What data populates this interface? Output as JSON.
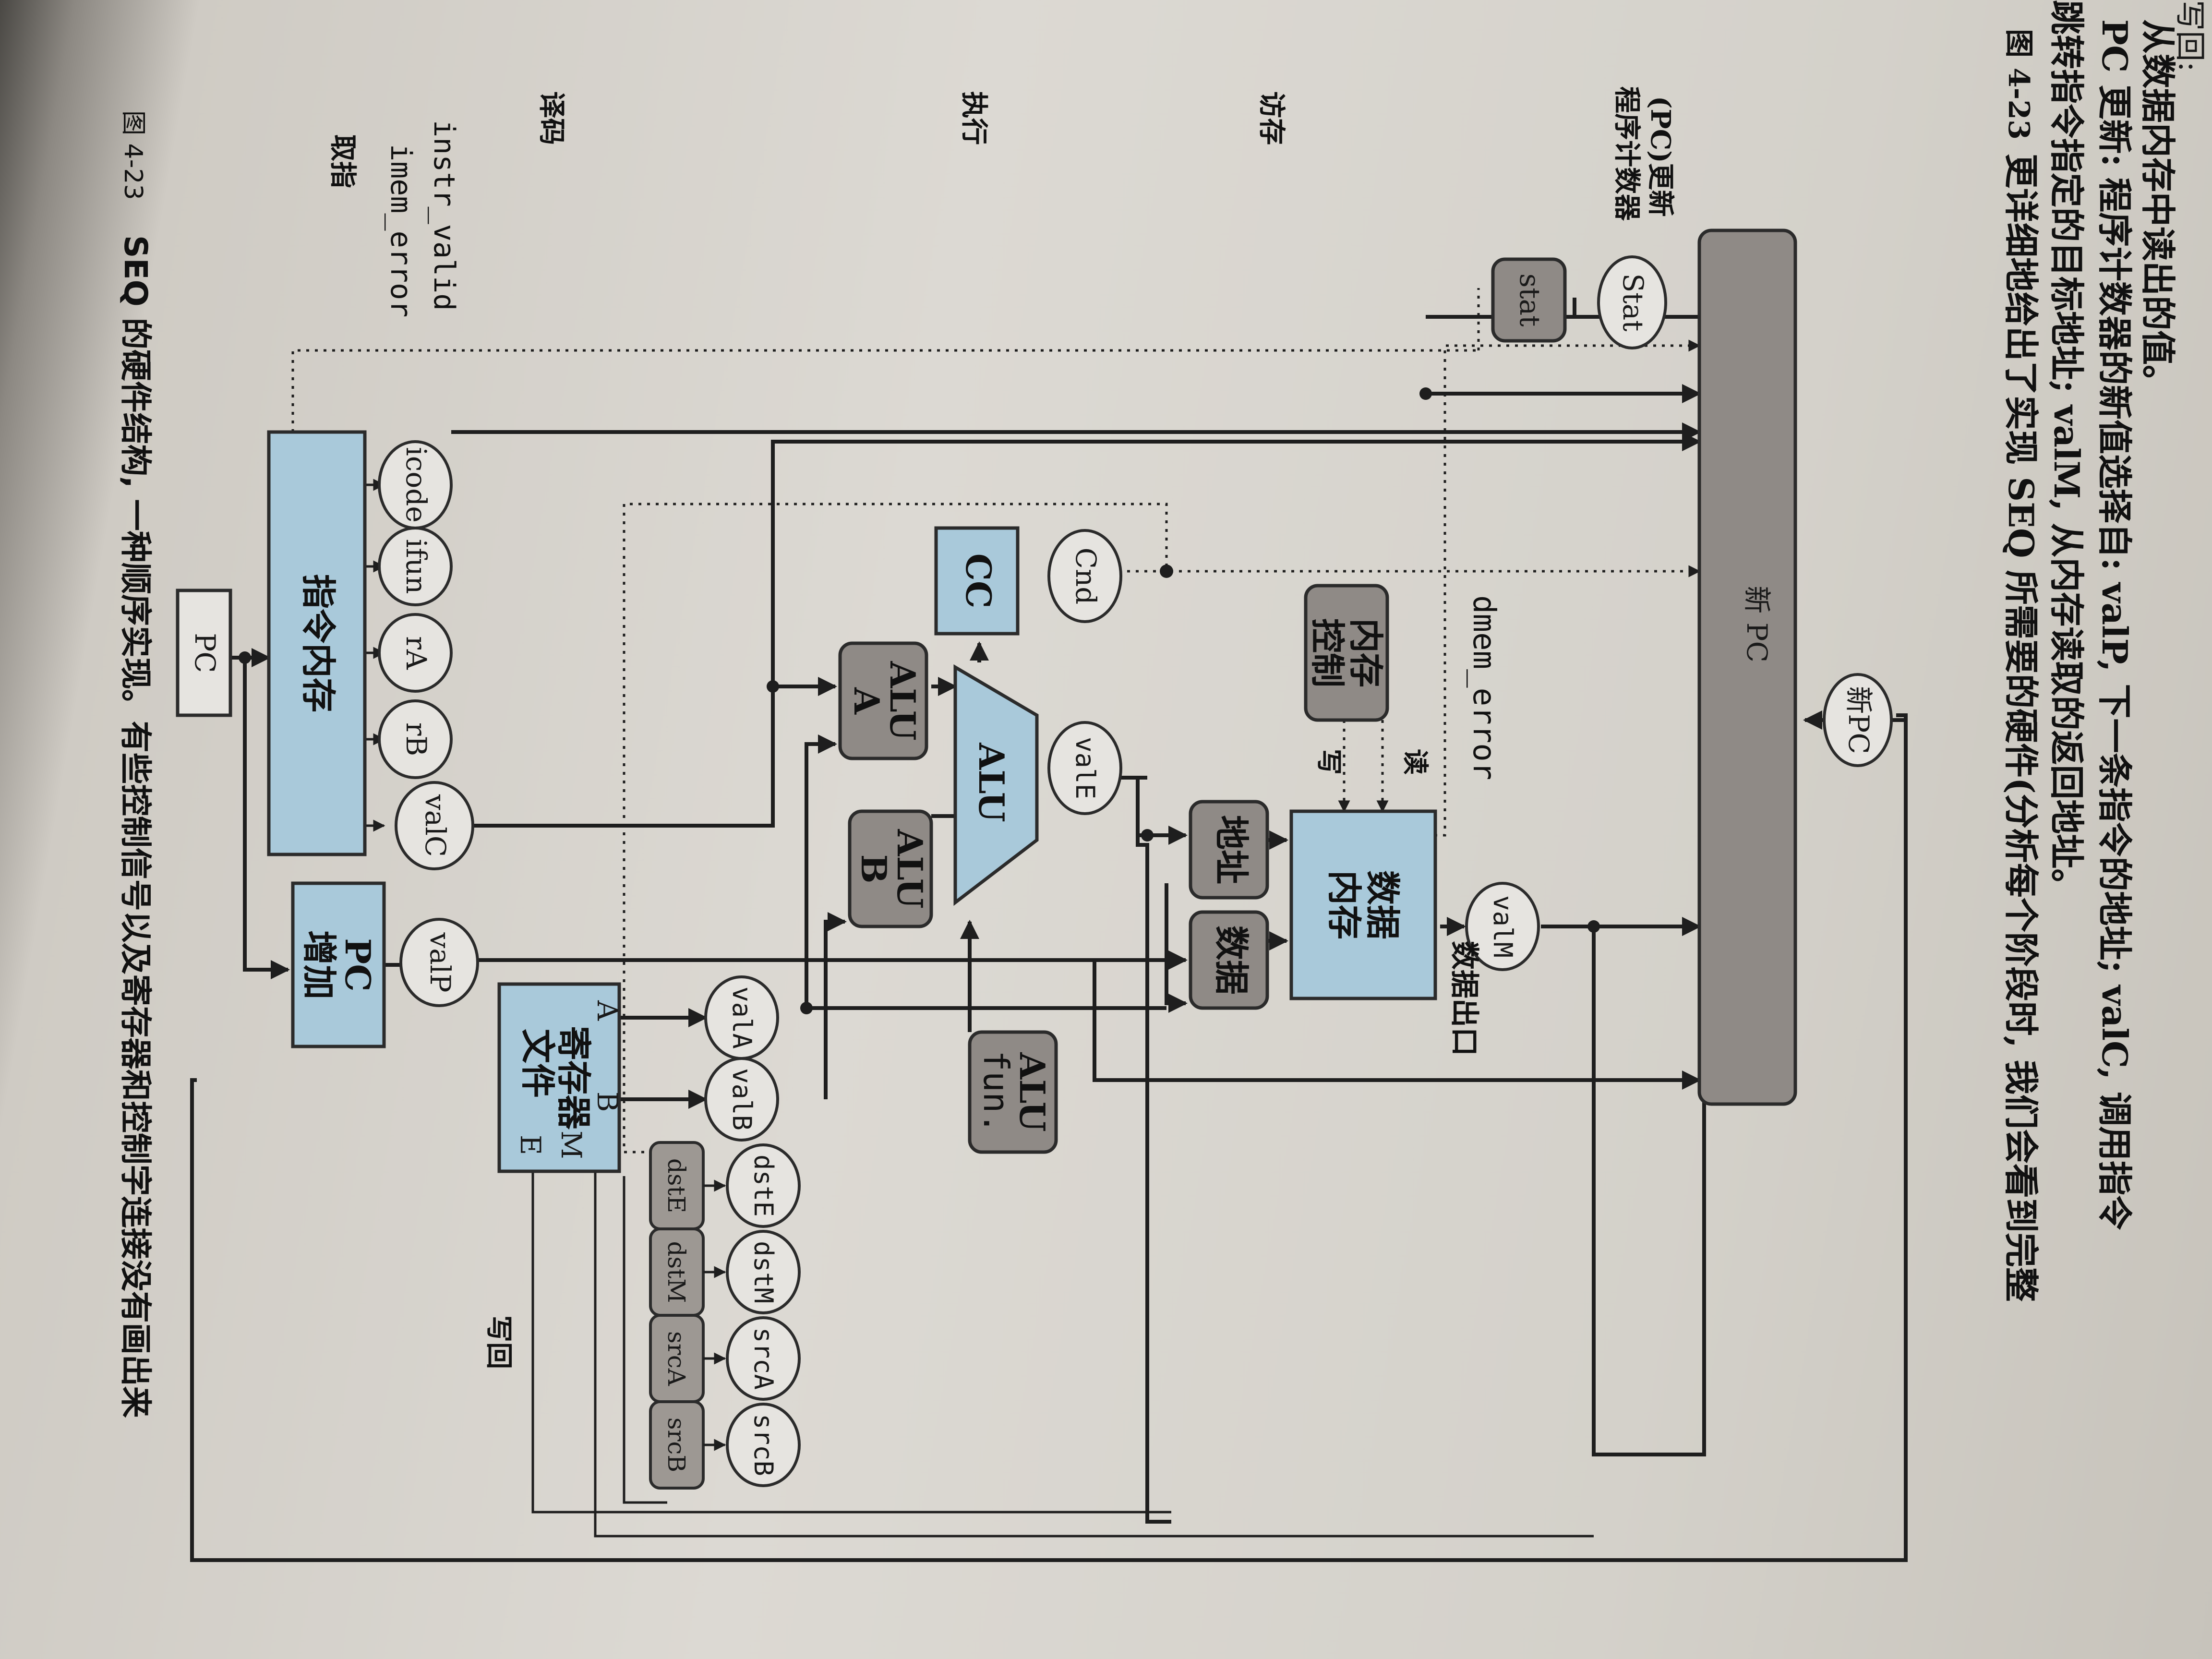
{
  "top_text": {
    "line0": "写回:",
    "line1": "从数据内存中读出的值。",
    "line2_bold": "PC 更新:",
    "line2_rest": "程序计数器的新值选择自: valP, 下一条指令的地址; valC, 调用指令",
    "line3": "跳转指令指定的目标地址; valM, 从内存读取的返回地址。",
    "line4_fig": "图 4-23",
    "line4_rest": "更详细地给出了实现 SEQ 所需要的硬件(分析每个阶段时, 我们会看到完整"
  },
  "stages": {
    "pc_update_1": "程序计数器",
    "pc_update_2": "(PC)更新",
    "memory": "访存",
    "execute": "执行",
    "decode": "译码",
    "fetch": "取指",
    "writeback": "写回"
  },
  "signals": {
    "instr_valid": "instr_valid",
    "imem_error": "imem_error",
    "dmem_error": "dmem_error",
    "read": "读",
    "write": "写",
    "data_out": "数据出口"
  },
  "blocks": {
    "new_pc_bar": "新 PC",
    "new_pc_oval": "新PC",
    "stat_oval": "Stat",
    "stat_box": "stat",
    "mem_ctrl_1": "内存",
    "mem_ctrl_2": "控制",
    "data_mem_1": "数据",
    "data_mem_2": "内存",
    "valM": "valM",
    "addr": "地址",
    "data": "数据",
    "cnd": "Cnd",
    "cc": "CC",
    "alu": "ALU",
    "alua_1": "ALU",
    "alua_2": "A",
    "alub_1": "ALU",
    "alub_2": "B",
    "valE": "valE",
    "alufun_1": "ALU",
    "alufun_2": "fun.",
    "icode": "icode",
    "ifun": "ifun",
    "rA": "rA",
    "rB": "rB",
    "valC": "valC",
    "valP": "valP",
    "instr_mem": "指令内存",
    "pc": "PC",
    "pc_inc_1": "PC",
    "pc_inc_2": "增加",
    "regfile_A": "A",
    "regfile_B": "B",
    "regfile_name_1": "寄存器",
    "regfile_name_2": "文件",
    "regfile_M": "M",
    "regfile_E": "E",
    "valA": "valA",
    "valB": "valB",
    "dstE_oval": "dstE",
    "dstM_oval": "dstM",
    "srcA_oval": "srcA",
    "srcB_oval": "srcB",
    "dstE_box": "dstE",
    "dstM_box": "dstM",
    "srcA_box": "srcA",
    "srcB_box": "srcB"
  },
  "caption": {
    "fig": "图 4-23",
    "text": "SEQ 的硬件结构, 一种顺序实现。有些控制信号以及寄存器和控制字连接没有画出来"
  }
}
